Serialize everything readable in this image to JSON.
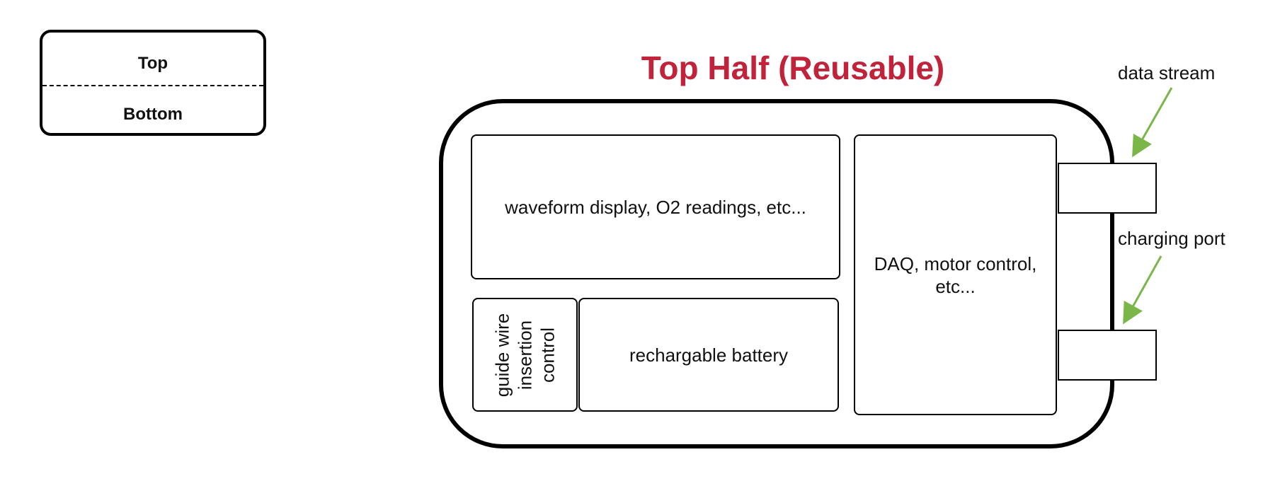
{
  "legend": {
    "top_label": "Top",
    "bottom_label": "Bottom"
  },
  "title": "Top Half (Reusable)",
  "panels": {
    "display": "waveform display, O2 readings, etc...",
    "guide_wire": "guide wire\ninsertion\ncontrol",
    "battery": "rechargable battery",
    "daq": "DAQ, motor control, etc..."
  },
  "callouts": {
    "data_stream": "data stream",
    "charging_port": "charging port"
  },
  "colors": {
    "title": "#c0233a",
    "arrow": "#7ab648",
    "outline": "#000000"
  }
}
